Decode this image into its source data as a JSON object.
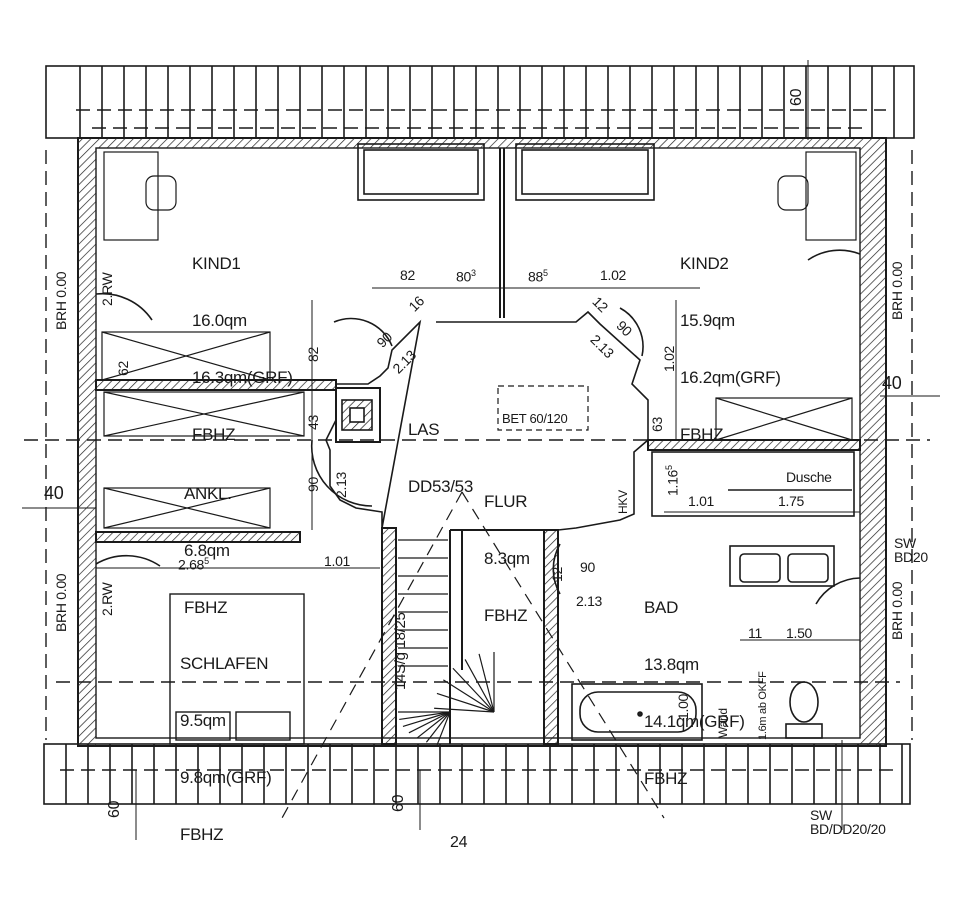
{
  "rooms": {
    "kind1": {
      "name": "KIND1",
      "area": "16.0qm",
      "area_grf": "16.3qm(GRF)",
      "heating": "FBHZ"
    },
    "kind2": {
      "name": "KIND2",
      "area": "15.9qm",
      "area_grf": "16.2qm(GRF)",
      "heating": "FBHZ"
    },
    "ankl": {
      "name": "ANKL.",
      "area": "6.8qm",
      "heating": "FBHZ"
    },
    "flur": {
      "name": "FLUR",
      "area": "8.3qm",
      "heating": "FBHZ"
    },
    "schlafen": {
      "name": "SCHLAFEN",
      "area": "9.5qm",
      "area_grf": "9.8qm(GRF)",
      "heating": "FBHZ"
    },
    "bad": {
      "name": "BAD",
      "area": "13.8qm",
      "area_grf": "14.1qm(GRF)",
      "heating": "FBHZ"
    }
  },
  "labels": {
    "las": "LAS",
    "las_code": "DD53/53",
    "bet": "BET 60/120",
    "dusche": "Dusche",
    "hkv": "HKV",
    "sw_right": "SW",
    "sw_right_code": "BD20",
    "sw_bottom": "SW",
    "sw_bottom_code": "BD/DD20/20",
    "stair": "14S/g  18/25",
    "wand": "Wand",
    "wc_note": "1.6m ab OKFF",
    "brh_left_top": "BRH 0.00",
    "brh_left_bottom": "BRH 0.00",
    "brh_right_top": "BRH 0.00",
    "brh_right_bottom": "BRH 0.00",
    "rw_left_top": "2.RW",
    "rw_left_bottom": "2.RW",
    "bottom_24": "24"
  },
  "dims": {
    "d60_top": "60",
    "d82_a": "82",
    "d80": "80",
    "d80_sup": "3",
    "d88": "88",
    "d88_sup": "5",
    "d102_a": "1.02",
    "d102_b": "1.02",
    "d82_b": "82",
    "d90_a": "90",
    "d90_b": "90",
    "d90_c": "90",
    "d90_d": "90",
    "d213_a": "2.13",
    "d213_b": "2.13",
    "d213_c": "2.13",
    "d213_d": "2.13",
    "d43": "43",
    "d62_left": "62",
    "d40_left": "40",
    "d40_right": "40",
    "d268": "2.68",
    "d268_sup": "5",
    "d101_a": "1.01",
    "d101_b": "1.01",
    "d175": "1.75",
    "d116": "1.16",
    "d116_sup": "5",
    "d63_right": "63",
    "d150": "1.50",
    "d60_bottom_left": "60",
    "d60_bottom_mid": "60",
    "d100": "1.00",
    "d12": "12",
    "d11": "11",
    "d16": "16",
    "d12b": "12"
  }
}
